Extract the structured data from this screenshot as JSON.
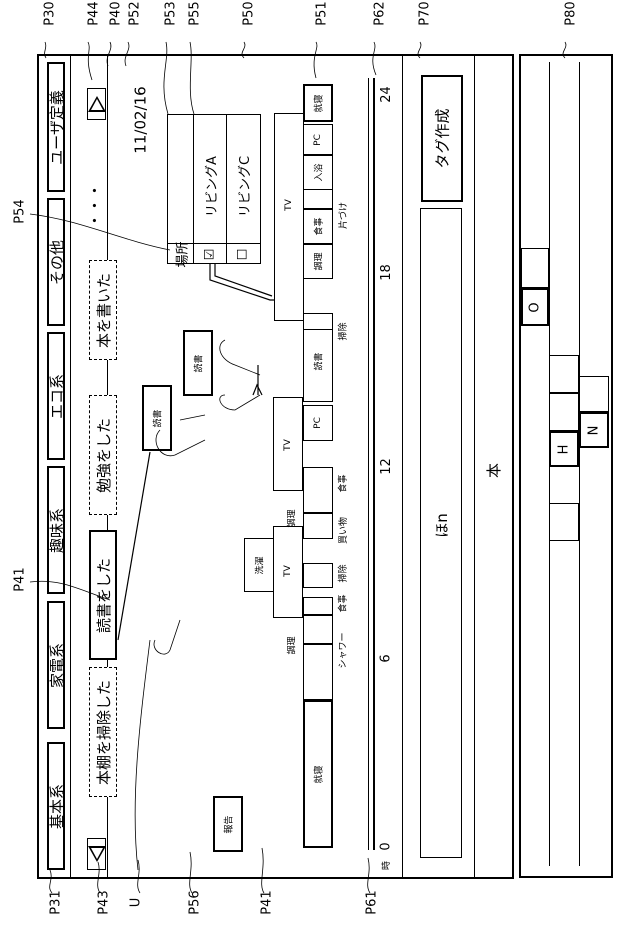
{
  "ref_labels": {
    "top": [
      "P30",
      "P44",
      "P40",
      "P52",
      "P53",
      "P55",
      "P50",
      "P51",
      "P62",
      "P70",
      "P80"
    ],
    "bottom": [
      "P31",
      "P43",
      "U",
      "P56",
      "P41",
      "P61"
    ],
    "left": [
      "P54",
      "P41"
    ]
  },
  "category_tabs": [
    {
      "label": "基本系"
    },
    {
      "label": "家電系"
    },
    {
      "label": "趣味系"
    },
    {
      "label": "エコ系"
    },
    {
      "label": "その他"
    },
    {
      "label": "ユーザ定義"
    }
  ],
  "action_tags": [
    {
      "label": "本棚を掃除した",
      "style": "dashed"
    },
    {
      "label": "読書をした",
      "style": "solid"
    },
    {
      "label": "勉強をした",
      "style": "dashed"
    },
    {
      "label": "本を書いた",
      "style": "dashed"
    }
  ],
  "action_tags_more": "・・・",
  "date": "11/02/16",
  "place_popup": {
    "header": "場所",
    "options": [
      {
        "label": "リビングA",
        "checked": true,
        "check_glyph": "☑"
      },
      {
        "label": "リビングC",
        "checked": false,
        "check_glyph": "☐"
      }
    ]
  },
  "timeline": {
    "unit_label": "時",
    "ticks": [
      "0",
      "6",
      "12",
      "18",
      "24"
    ],
    "activities": [
      {
        "label": "就寝"
      },
      {
        "label": "シャワー"
      },
      {
        "label": "食事"
      },
      {
        "label": "掃除"
      },
      {
        "label": "買い物"
      },
      {
        "label": "食事"
      },
      {
        "label": "読書"
      },
      {
        "label": "掃除"
      },
      {
        "label": "調理"
      },
      {
        "label": "食事"
      },
      {
        "label": "入浴"
      },
      {
        "label": "PC"
      },
      {
        "label": "就寝"
      }
    ],
    "annotations": [
      "調理",
      "調理",
      "片づけ",
      "掃除",
      "食事",
      "買い物",
      "シャワー",
      "掃除",
      "食事"
    ],
    "tv_labels": [
      "TV",
      "TV",
      "TV"
    ],
    "pc_label": "PC",
    "laundry_label": "洗濯",
    "dragged_tag": "読書",
    "drop_tag": "読書"
  },
  "report_button": "報告",
  "input": {
    "text": "ほn",
    "candidate": "本"
  },
  "tag_create_button": "タグ作成",
  "keyboard": {
    "keys": [
      "O",
      "H",
      "N"
    ]
  }
}
